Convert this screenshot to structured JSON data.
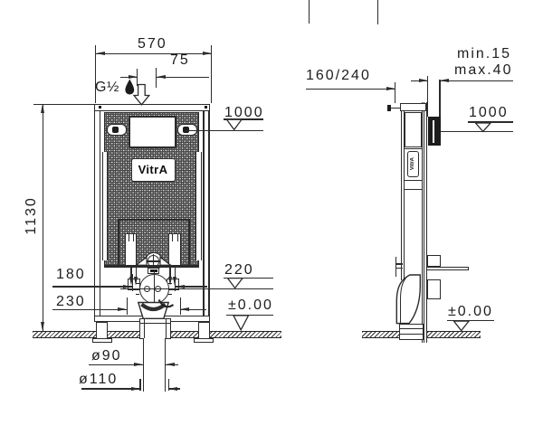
{
  "front_view": {
    "width": "570",
    "inlet_offset": "75",
    "inlet_thread": "G½",
    "flush_plate_level": "1000",
    "height": "1130",
    "bolt_spacing_a": "180",
    "outlet_height": "220",
    "bolt_spacing_b": "230",
    "floor_level": "±0.00",
    "drain_inner": "ø90",
    "drain_outer": "ø110",
    "logo": "VitrA"
  },
  "side_view": {
    "depth_range": "160/240",
    "wall_min": "min.15",
    "wall_max": "max.40",
    "flush_plate_level": "1000",
    "floor_level": "±0.00",
    "logo": "VitrA"
  },
  "icons": {
    "water_drop": "droplet",
    "flow_arrow": "hollow-down-arrow",
    "level_datum": "open-triangle"
  },
  "colors": {
    "line": "#2b2b2b",
    "flush_plate_block": "#1c1c1c",
    "background": "#ffffff"
  }
}
